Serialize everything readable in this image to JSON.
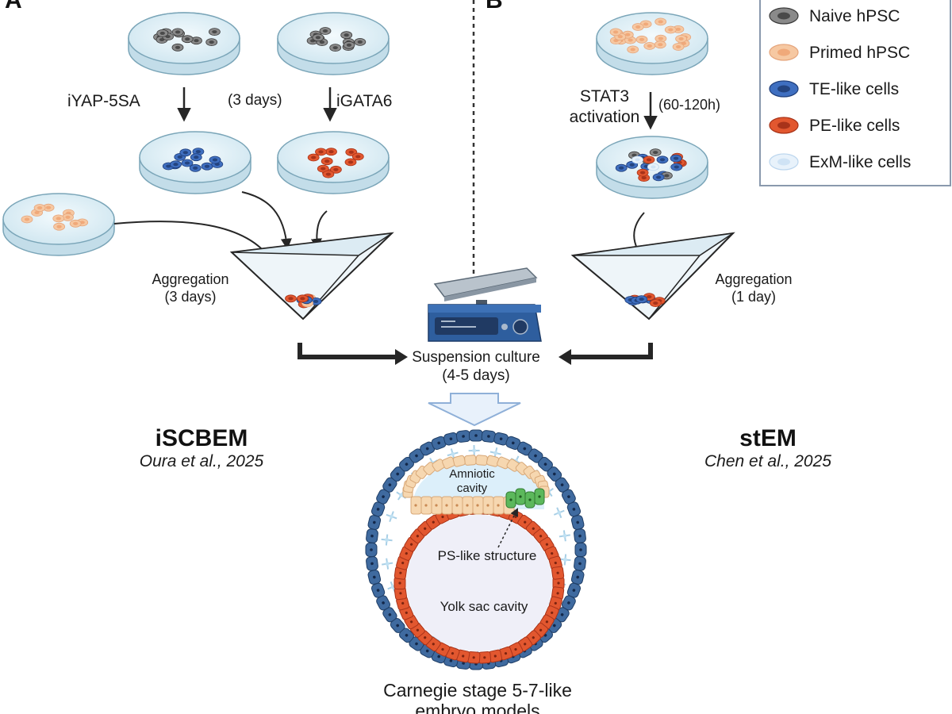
{
  "panels": {
    "a_letter": "A",
    "b_letter": "B"
  },
  "legend": {
    "items": [
      {
        "label": "Naive hPSC",
        "fill": "#8a8a8a",
        "inner": "#4a4a4a",
        "stroke": "#3a3a3a"
      },
      {
        "label": "Primed hPSC",
        "fill": "#f6c8a2",
        "inner": "#f0a97a",
        "stroke": "#e5a57c"
      },
      {
        "label": "TE-like cells",
        "fill": "#3f6fc0",
        "inner": "#24447f",
        "stroke": "#1f3e7a"
      },
      {
        "label": "PE-like cells",
        "fill": "#e2572f",
        "inner": "#a8331a",
        "stroke": "#a83318"
      },
      {
        "label": "ExM-like cells",
        "fill": "#e8f2fb",
        "inner": "#cfe3f5",
        "stroke": "#bcd6ee"
      }
    ]
  },
  "panel_a": {
    "iyap_label": "iYAP-5SA",
    "days_label": "(3 days)",
    "igata_label": "iGATA6",
    "aggregation_line1": "Aggregation",
    "aggregation_line2": "(3 days)",
    "model_name": "iSCBEM",
    "citation": "Oura et al., 2025"
  },
  "panel_b": {
    "stat3_line1": "STAT3",
    "stat3_line2": "activation",
    "time_label": "(60-120h)",
    "aggregation_line1": "Aggregation",
    "aggregation_line2": "(1 day)",
    "model_name": "stEM",
    "citation": "Chen et al., 2025"
  },
  "center": {
    "suspension_line1": "Suspension culture",
    "suspension_line2": "(4-5 days)"
  },
  "embryo": {
    "amniotic_line1": "Amniotic",
    "amniotic_line2": "cavity",
    "ps_label": "PS-like structure",
    "yolk_label": "Yolk sac cavity",
    "caption_line1": "Carnegie stage 5-7-like",
    "caption_line2": "embryo models"
  },
  "colors": {
    "arrow": "#262626",
    "dish_fill": "#d6ebf3",
    "dish_stroke": "#7aa5b8",
    "te_blue": "#3f6fc0",
    "pe_red": "#e2572f",
    "amnion": "#f6d7b0",
    "ps_green": "#5cb85c"
  }
}
